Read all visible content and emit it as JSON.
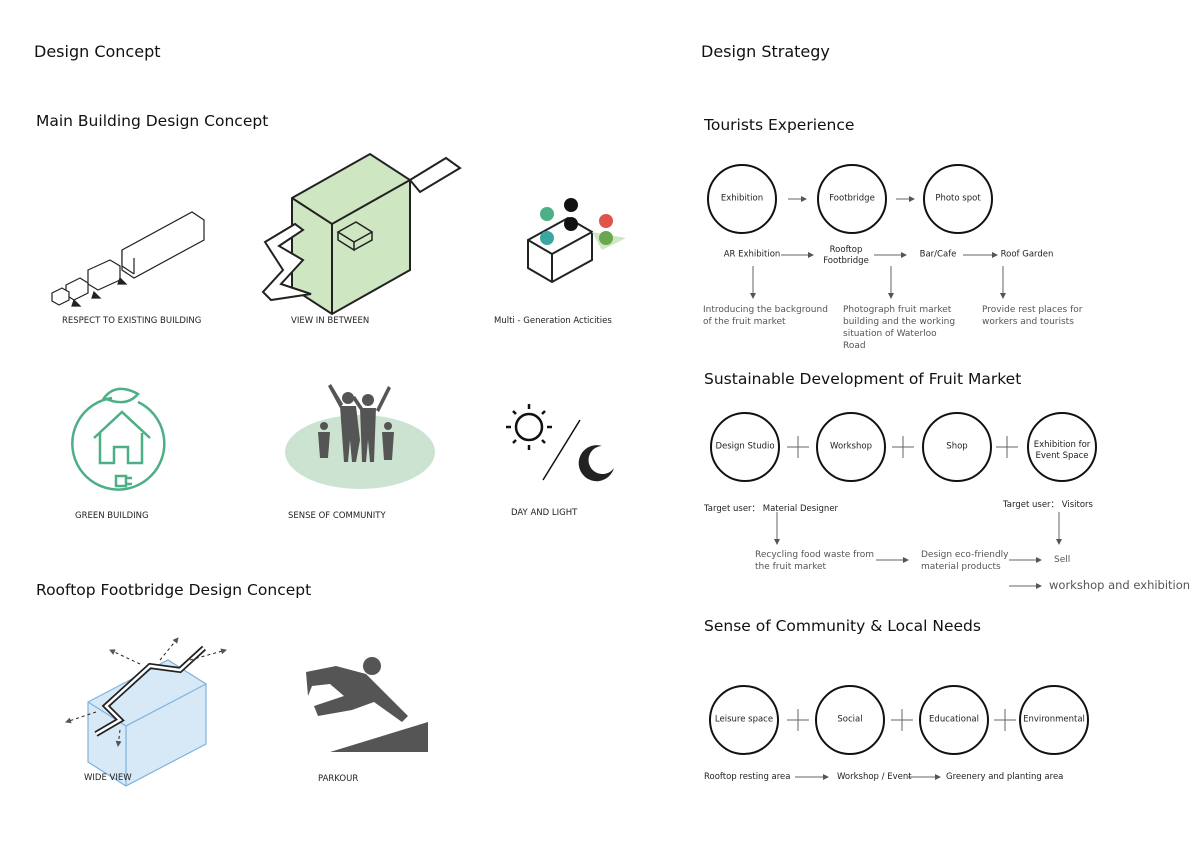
{
  "left": {
    "title": "Design Concept",
    "main_building": {
      "heading": "Main Building Design Concept",
      "items": [
        "RESPECT TO EXISTING BUILDING",
        "VIEW IN BETWEEN",
        "Multi - Generation Acticities",
        "GREEN BUILDING",
        "SENSE OF COMMUNITY",
        "DAY AND LIGHT"
      ]
    },
    "rooftop": {
      "heading": "Rooftop Footbridge Design Concept",
      "items": [
        "WIDE VIEW",
        "PARKOUR"
      ]
    }
  },
  "right": {
    "title": "Design Strategy",
    "tourists": {
      "heading": "Tourists Experience",
      "circles": [
        "Exhibition",
        "Footbridge",
        "Photo spot"
      ],
      "flow": [
        "AR Exhibition",
        "Rooftop Footbridge",
        "Bar/Cafe",
        "Roof Garden"
      ],
      "notes": [
        "Introducing the background of the fruit market",
        "Photograph fruit market building and the working situation of Waterloo Road",
        "Provide rest places for workers and tourists"
      ]
    },
    "sustainable": {
      "heading": "Sustainable Development of Fruit Market",
      "circles": [
        "Design Studio",
        "Workshop",
        "Shop",
        "Exhibition for Event Space"
      ],
      "target_left": "Target user： Material Designer",
      "target_right": "Target user： Visitors",
      "flow": [
        "Recycling food waste from the fruit market",
        "Design eco-friendly material products",
        "Sell"
      ],
      "extra": "workshop and exhibition"
    },
    "community": {
      "heading": "Sense of Community & Local Needs",
      "circles": [
        "Leisure space",
        "Social",
        "Educational",
        "Environmental"
      ],
      "flow": [
        "Rooftop resting area",
        "Workshop / Event",
        "Greenery and planting area"
      ]
    }
  },
  "colors": {
    "green": "#4caf85",
    "light_green": "#cfe6c2",
    "blue": "#d7e8f7",
    "gray": "#666"
  }
}
